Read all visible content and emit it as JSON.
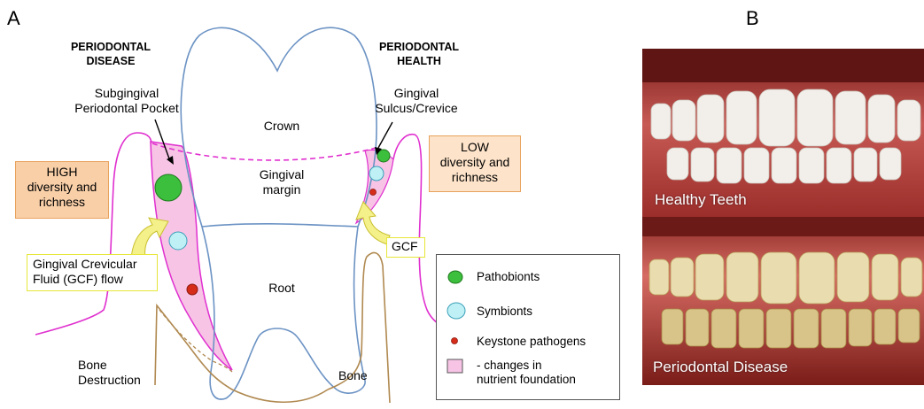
{
  "panels": {
    "a_letter": "A",
    "b_letter": "B"
  },
  "diagram": {
    "disease_header": [
      "PERIODONTAL",
      "DISEASE"
    ],
    "health_header": [
      "PERIODONTAL",
      "HEALTH"
    ],
    "subgingival_label": [
      "Subgingival",
      "Periodontal Pocket"
    ],
    "gingival_sulcus_label": [
      "Gingival",
      "Sulcus/Crevice"
    ],
    "crown_label": "Crown",
    "gingival_margin_label": [
      "Gingival",
      "margin"
    ],
    "root_label": "Root",
    "high_diversity": [
      "HIGH",
      "diversity and",
      "richness"
    ],
    "low_diversity": [
      "LOW",
      "diversity and",
      "richness"
    ],
    "gcf_flow_label": [
      "Gingival Crevicular",
      "Fluid (GCF) flow"
    ],
    "gcf_label": "GCF",
    "bone_destruction_label": [
      "Bone",
      "Destruction"
    ],
    "bone_label": "Bone"
  },
  "legend": {
    "pathobionts": "Pathobionts",
    "symbionts": "Symbionts",
    "keystone": "Keystone pathogens",
    "nutrient": [
      "- changes in",
      "nutrient foundation"
    ]
  },
  "photos": {
    "healthy_caption": "Healthy Teeth",
    "disease_caption": "Periodontal Disease"
  },
  "colors": {
    "tooth_outline": "#6c93c4",
    "gum_line": "#e02fcf",
    "pocket_fill": "#f7c4e6",
    "bone_line": "#b08950",
    "pathobiont": "#3cbf3c",
    "symbiont": "#bff0f5",
    "keystone": "#d62c1a",
    "arrow_yellow": "#f4f08a"
  }
}
